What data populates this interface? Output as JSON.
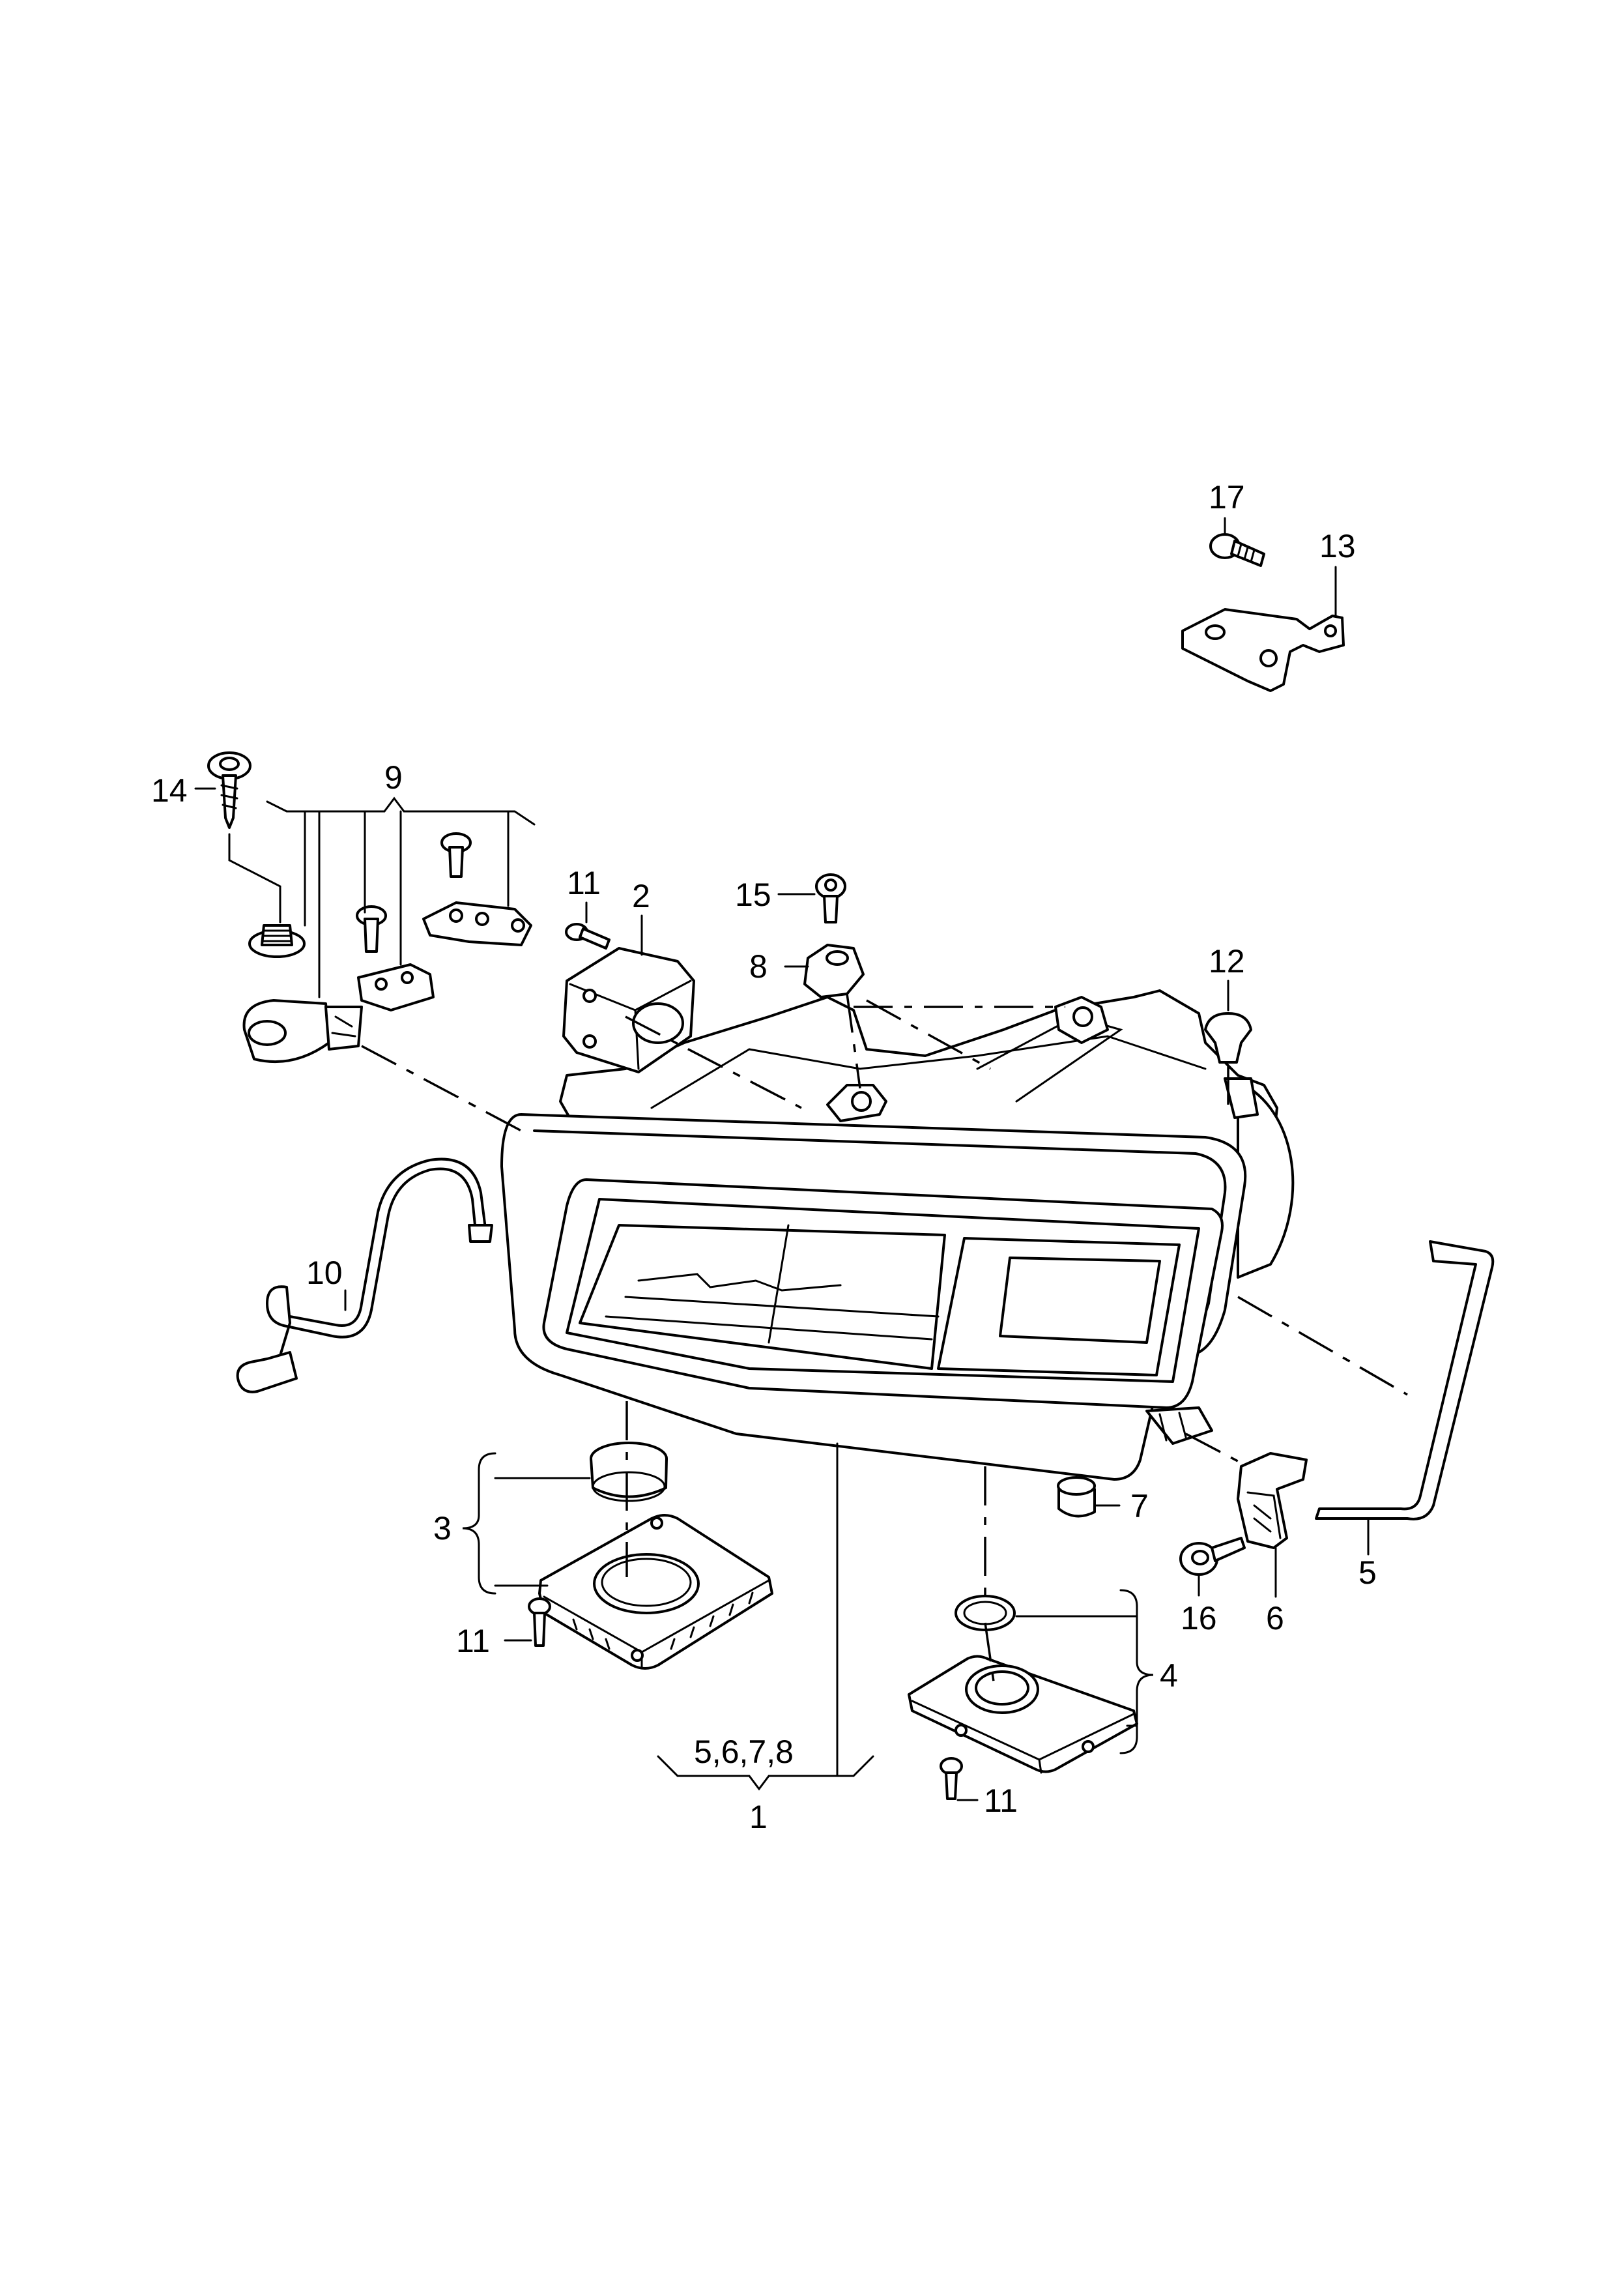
{
  "callouts": {
    "c1": "1",
    "c2": "2",
    "c3": "3",
    "c4": "4",
    "c5": "5",
    "c6": "6",
    "c7": "7",
    "c8": "8",
    "c9": "9",
    "c10": "10",
    "c11a": "11",
    "c11b": "11",
    "c11c": "11",
    "c12": "12",
    "c13": "13",
    "c14": "14",
    "c15": "15",
    "c16": "16",
    "c17": "17",
    "c5678": "5,6,7,8"
  }
}
